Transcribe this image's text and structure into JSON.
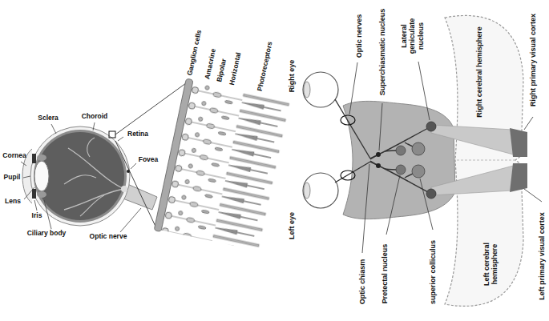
{
  "diagram": {
    "labels": [
      "Sclera",
      "Choroid",
      "Retina",
      "Cornea",
      "Pupil",
      "Lens",
      "Iris",
      "Ciliary body",
      "Fovea",
      "Optic nerve",
      "Ganglion cells",
      "Amacrine",
      "Bipolar",
      "Horizontal",
      "Photoreceptors",
      "Right eye",
      "Left eye",
      "Optic nerves",
      "Superchiasmatic nucleus",
      "Lateral geniculate nucleus",
      "Right cerebral hemisphere",
      "Right primary visual cortex",
      "Left primary visual cortex",
      "Left cerebral hemisphere",
      "superior colliculus",
      "Pretectal nucleus",
      "Optic chiasm"
    ]
  }
}
